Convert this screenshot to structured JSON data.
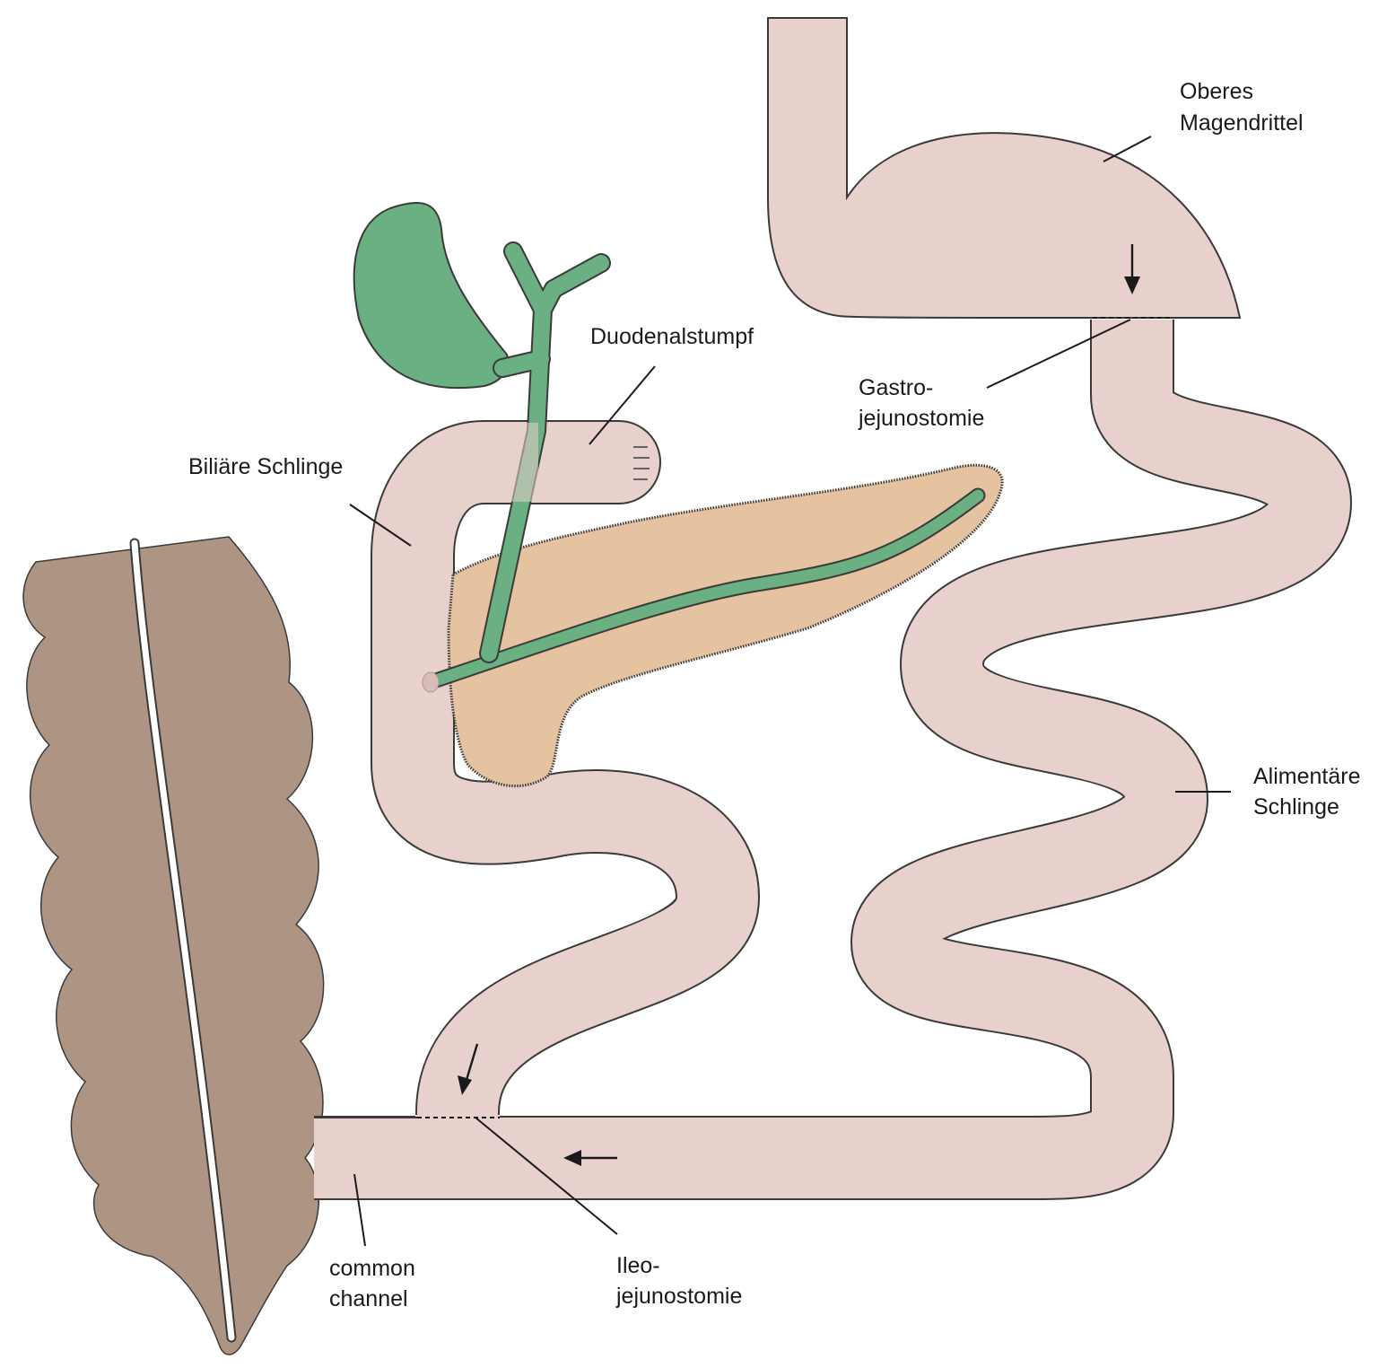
{
  "colors": {
    "bowel": "#e8d0cc",
    "outline": "#3a3a3a",
    "bile": "#6ab083",
    "pancreas": "#e5c2a0",
    "colon": "#ae9482"
  },
  "labels": {
    "oberes_line1": "Oberes",
    "oberes_line2": "Magendrittel",
    "duodenal": "Duodenalstumpf",
    "gastro_line1": "Gastro-",
    "gastro_line2": "jejunostomie",
    "biliaere": "Biliäre Schlinge",
    "aliment_line1": "Alimentäre",
    "aliment_line2": "Schlinge",
    "common_line1": "common",
    "common_line2": "channel",
    "ileo_line1": "Ileo-",
    "ileo_line2": "jejunostomie"
  }
}
